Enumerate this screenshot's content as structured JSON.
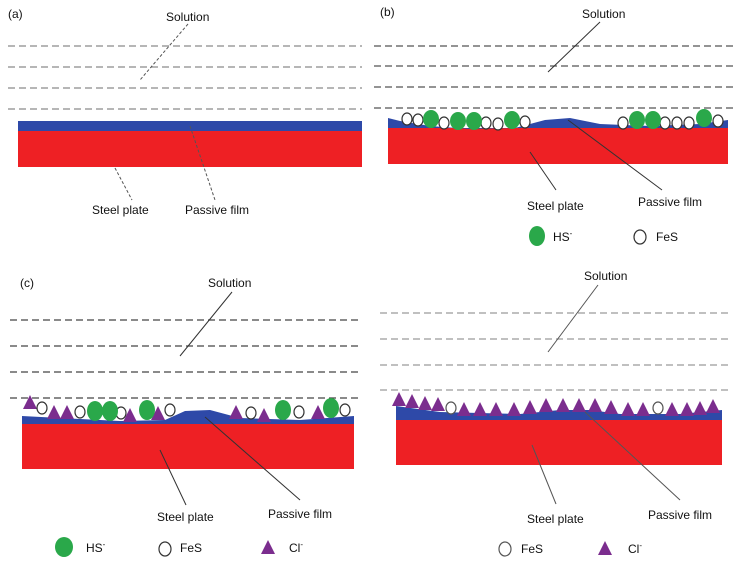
{
  "panels": [
    {
      "tag": "(a)",
      "solution_label": "Solution",
      "steel_label": "Steel plate",
      "film_label": "Passive film",
      "legend": []
    },
    {
      "tag": "(b)",
      "solution_label": "Solution",
      "steel_label": "Steel plate",
      "film_label": "Passive film",
      "legend": [
        {
          "icon": "hs-icon",
          "label": "HS",
          "sup": "-"
        },
        {
          "icon": "fes-icon",
          "label": "FeS",
          "sup": ""
        }
      ]
    },
    {
      "tag": "(c)",
      "solution_label": "Solution",
      "steel_label": "Steel plate",
      "film_label": "Passive film",
      "legend": [
        {
          "icon": "hs-icon",
          "label": "HS",
          "sup": "-"
        },
        {
          "icon": "fes-icon",
          "label": "FeS",
          "sup": ""
        },
        {
          "icon": "cl-icon",
          "label": "Cl",
          "sup": "-"
        }
      ]
    },
    {
      "tag": "",
      "solution_label": "Solution",
      "steel_label": "Steel plate",
      "film_label": "Passive film",
      "legend": [
        {
          "icon": "fes-icon",
          "label": "FeS",
          "sup": ""
        },
        {
          "icon": "cl-icon",
          "label": "Cl",
          "sup": "-"
        }
      ]
    }
  ],
  "colors": {
    "steel": "#ee2024",
    "film": "#2e49a8",
    "hs": "#2aa84a",
    "cl": "#7b2d8e",
    "fes_stroke": "#333333",
    "solution_dash": "#8a8a8a",
    "leader": "#333333"
  }
}
